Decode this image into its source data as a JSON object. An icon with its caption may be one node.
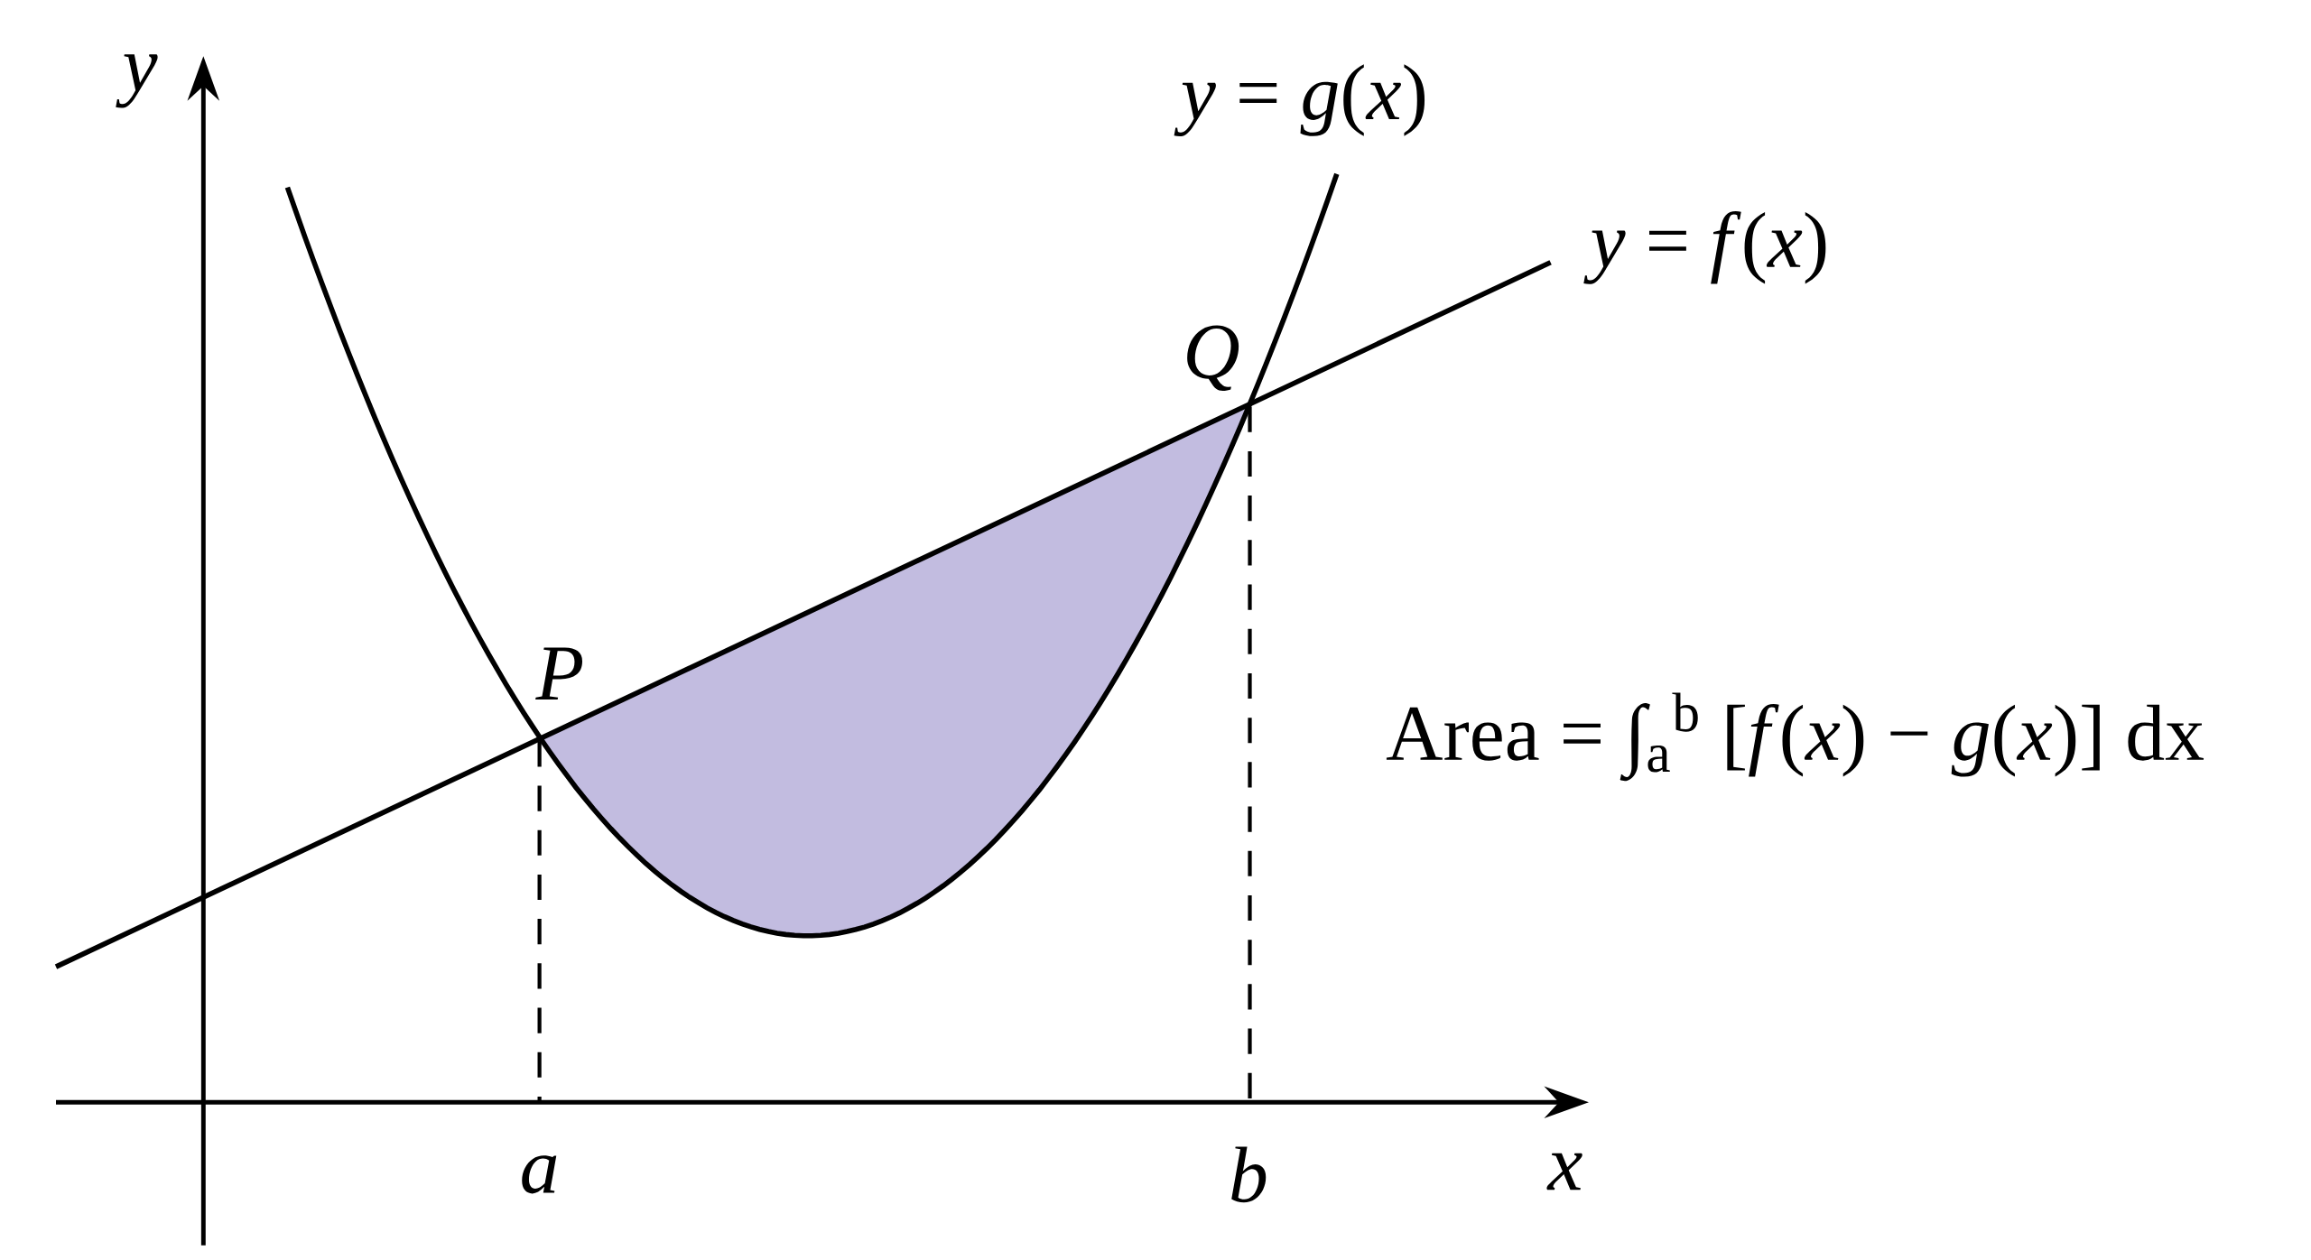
{
  "diagram": {
    "labels": [
      "y",
      "*y* = *g*(*x*)",
      "*y* = *f*(*x*)",
      "Q",
      "P",
      "Area = ∫$_{a}$$^{b}$ [*f*(*x*) − *g*(*x*)] dx",
      "a",
      "b",
      "x"
    ]
  }
}
